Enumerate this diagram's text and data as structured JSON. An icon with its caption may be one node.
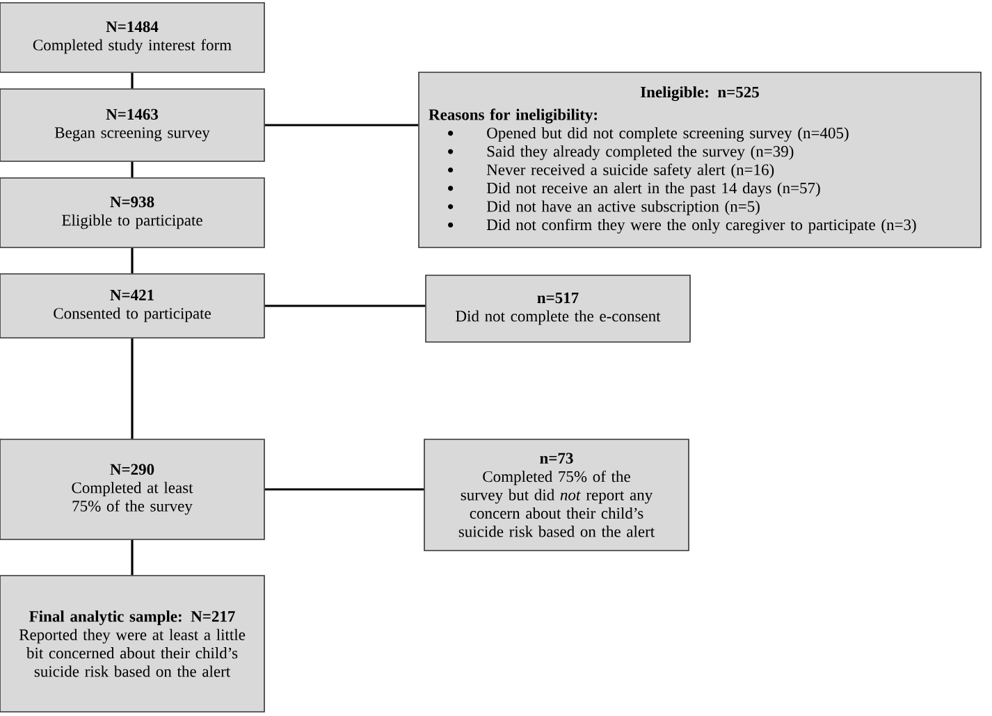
{
  "diagram": {
    "nodes": [
      {
        "text": [
          "N=1484",
          "Completed study interest form"
        ]
      },
      {
        "text": [
          "N=1463",
          "Began screening survey"
        ]
      },
      {
        "text": [
          "N=938",
          "Eligible to participate"
        ]
      },
      {
        "text": [
          "N=421",
          "Consented to participate"
        ]
      },
      {
        "text": [
          "N=290",
          "Completed at least 75% of the survey"
        ]
      },
      {
        "text": [
          "Final analytic sample: N=217",
          "Reported they were at least a little bit concerned about their child’s suicide risk based on the alert"
        ]
      },
      {
        "text": [
          "Ineligible: n=525",
          "Reasons for ineligibility:",
          "Opened but did not complete screening survey (n=405)",
          "Said they already completed the survey (n=39)",
          "Never received a suicide safety alert (n=16)",
          "Did not receive an alert in the past 14 days (n=57)",
          "Did not have an active subscription (n=5)",
          "Did not confirm they were the only caregiver to participate (n=3)"
        ]
      },
      {
        "text": [
          "n=517",
          "Did not complete the e-consent"
        ]
      },
      {
        "text": [
          "n=73",
          "Completed 75% of the survey but did *not* report any concern about their child’s suicide risk based on the alert"
        ]
      }
    ],
    "edges": [
      {
        "from": 0,
        "to": 1,
        "arrow": "none"
      },
      {
        "from": 1,
        "to": 2,
        "arrow": "none"
      },
      {
        "from": 2,
        "to": 3,
        "arrow": "none"
      },
      {
        "from": 3,
        "to": 4,
        "arrow": "none"
      },
      {
        "from": 4,
        "to": 5,
        "arrow": "none"
      },
      {
        "from": 1,
        "to": 6,
        "arrow": "none"
      },
      {
        "from": 3,
        "to": 7,
        "arrow": "none"
      },
      {
        "from": 4,
        "to": 8,
        "arrow": "none"
      }
    ]
  }
}
